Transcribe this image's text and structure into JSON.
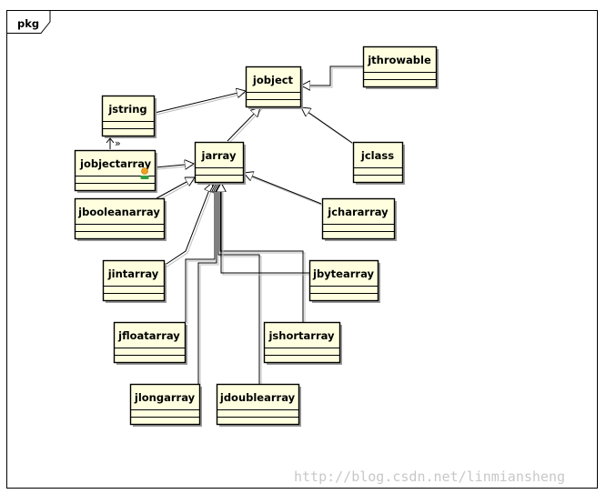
{
  "diagram": {
    "package_label": "pkg",
    "watermark": "http://blog.csdn.net/linmiansheng",
    "colors": {
      "class_fill": "#ffffe0",
      "class_stroke": "#000000",
      "shadow": "#9a9a9a",
      "line": "#000000",
      "frame": "#000000",
      "watermark": "#c8c8c8"
    },
    "classes": {
      "jobject": "jobject",
      "jthrowable": "jthrowable",
      "jstring": "jstring",
      "jclass": "jclass",
      "jobjectarray": "jobjectarray",
      "jarray": "jarray",
      "jbooleanarray": "jbooleanarray",
      "jchararray": "jchararray",
      "jintarray": "jintarray",
      "jbytearray": "jbytearray",
      "jfloatarray": "jfloatarray",
      "jshortarray": "jshortarray",
      "jlongarray": "jlongarray",
      "jdoublearray": "jdoublearray"
    },
    "stereotype_glyph": "»",
    "jobjectarray_icon": "person-icon"
  }
}
